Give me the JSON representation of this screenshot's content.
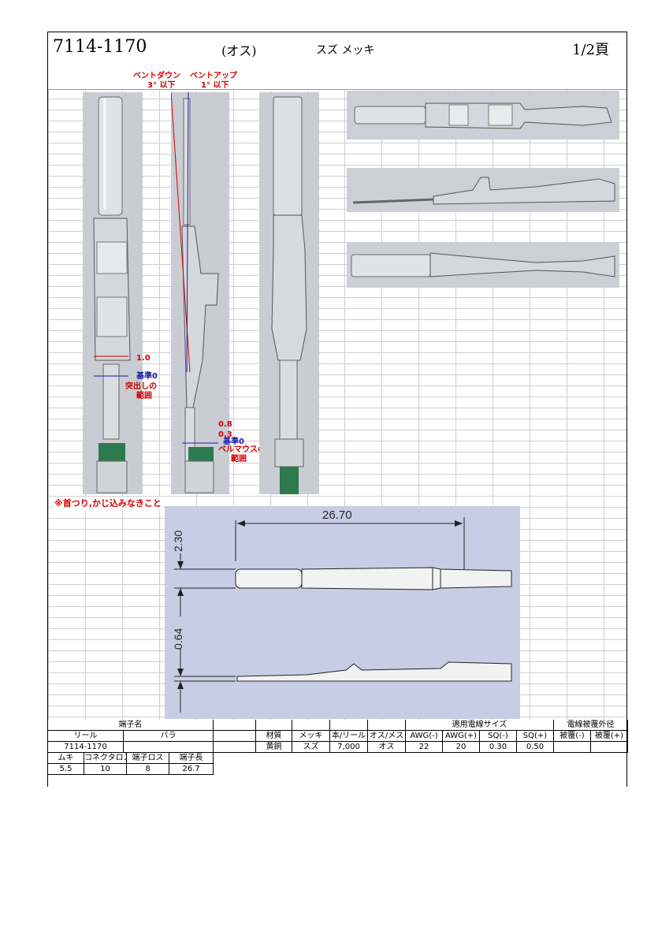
{
  "header": {
    "part_number": "7114-1170",
    "gender": "(オス)",
    "plating": "スズ メッキ",
    "page": "1/2頁"
  },
  "photo_labels": {
    "bend_down": "ベントダウン",
    "bend_down_limit": "3° 以下",
    "bend_up": "ベントアップ",
    "bend_up_limit": "1° 以下",
    "dim_1_0": "1.0",
    "base_zero_1": "基準0",
    "protrusion_range_1": "突出しの",
    "protrusion_range_2": "範囲",
    "dim_0_8": "0.8",
    "dim_0_3": "0.3",
    "base_zero_2": "基準0",
    "bellmouth_range_1": "ベルマウスの",
    "bellmouth_range_2": "範囲"
  },
  "note": "※首つり,かじ込みなきこと",
  "drawing": {
    "length": "26.70",
    "width": "2.30",
    "thickness": "0.64"
  },
  "table": {
    "terminal_name_header": "端子名",
    "reel_header": "リール",
    "loose_header": "バラ",
    "reel_value": "7114-1170",
    "material_header": "材質",
    "plating_header": "メッキ",
    "pcs_per_reel_header": "本/リール",
    "gender_header": "オス/メス",
    "wire_size_header": "適用電線サイズ",
    "awg_min_header": "AWG(-)",
    "awg_max_header": "AWG(+)",
    "sq_min_header": "SQ(-)",
    "sq_max_header": "SQ(+)",
    "insulation_header": "電線被覆外径",
    "ins_min_header": "被覆(-)",
    "ins_max_header": "被覆(+)",
    "material_value": "黄銅",
    "plating_value": "スズ",
    "pcs_per_reel_value": "7,000",
    "gender_value": "オス",
    "awg_min_value": "22",
    "awg_max_value": "20",
    "sq_min_value": "0.30",
    "sq_max_value": "0.50",
    "strip_header": "ムキ",
    "conn_loss_header": "コネクタロス",
    "term_loss_header": "端子ロス",
    "term_len_header": "端子長",
    "strip_value": "5.5",
    "conn_loss_value": "10",
    "term_loss_value": "8",
    "term_len_value": "26.7"
  }
}
